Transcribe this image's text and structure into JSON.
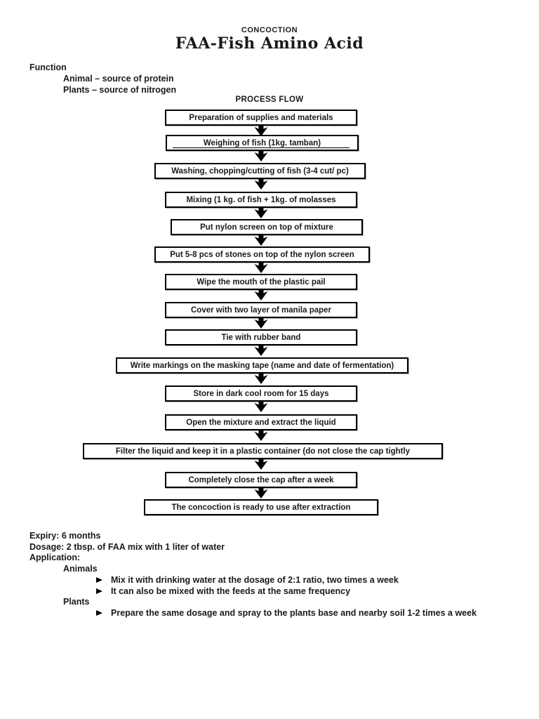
{
  "page": {
    "kicker": "CONCOCTION",
    "title": "FAA-Fish Amino Acid",
    "function": {
      "heading": "Function",
      "items": [
        "Animal – source of protein",
        "Plants – source of nitrogen"
      ]
    },
    "process_flow": {
      "heading": "PROCESS FLOW",
      "steps": [
        "Preparation of supplies and materials",
        "Weighing of fish (1kg. tamban)",
        "Washing, chopping/cutting of fish (3-4 cut/ pc)",
        "Mixing (1 kg. of fish + 1kg. of molasses",
        "Put nylon screen on top of mixture",
        "Put 5-8 pcs of stones on top of the nylon screen",
        "Wipe the mouth of the plastic pail",
        "Cover with two layer of manila paper",
        "Tie with rubber band",
        "Write markings on the masking tape (name and date of fermentation)",
        "Store in dark cool room for 15 days",
        "Open the mixture and extract the liquid",
        "Filter the liquid and keep it in a plastic container (do not close the cap tightly",
        "Completely close the cap after a week",
        "The concoction is ready to use after extraction"
      ]
    },
    "details": {
      "expiry": "Expiry: 6 months",
      "dosage": "Dosage: 2 tbsp. of FAA mix with 1 liter of water",
      "application_heading": "Application:",
      "animals_heading": "Animals",
      "animals_items": [
        "Mix it with drinking water at the dosage of 2:1 ratio, two times a week",
        "It can also be mixed with the feeds at the same frequency"
      ],
      "plants_heading": "Plants",
      "plants_items": [
        "Prepare the same dosage and spray to the plants base and nearby soil 1-2 times a week"
      ]
    },
    "colors": {
      "ink": "#1a1a1a",
      "paper": "#ffffff"
    }
  }
}
